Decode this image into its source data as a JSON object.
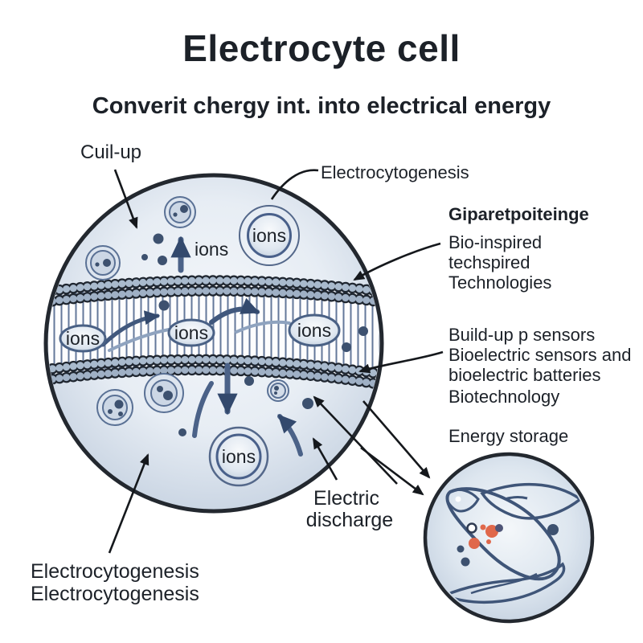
{
  "title": "Electrocyte cell",
  "subtitle": "Converit chergy int. into electrical energy",
  "ions_label": "ions",
  "callouts": {
    "coil_up": "Cuil-up",
    "electrocytogenesis_top": "Electrocytogenesis",
    "bio_block": {
      "heading": "Giparetpoiteinge",
      "line1": "Bio-inspired",
      "line2": "techspired",
      "line3": "Technologies"
    },
    "sensors_block": {
      "line1": "Build-up p sensors",
      "line2": "Bioelectric sensors and",
      "line3": "bioelectric batteries",
      "line4": "Biotechnology"
    },
    "energy_storage": "Energy storage",
    "electric_discharge": {
      "line1": "Electric",
      "line2": "discharge"
    },
    "bottom_left": {
      "line1": "Electrocytogenesis",
      "line2": "Electrocytogenesis"
    }
  },
  "colors": {
    "text": "#1c2128",
    "cell_outline": "#23282f",
    "cell_fill_center": "#f3f6fa",
    "cell_fill_edge": "#c6d2e1",
    "membrane_bead": "#a9bacd",
    "membrane_bead_outline": "#1f2630",
    "hatch_line": "#64789a",
    "ion_ellipse_outline": "#4a6185",
    "arrow_blue": "#41587d",
    "arrow_blue_light": "#8fa3bf",
    "arrow_black": "#15181c",
    "vesicle_outline": "#5a7195",
    "dot_navy": "#3d516f",
    "eel_outline": "#3f5578",
    "eel_dot_orange": "#e0684b"
  }
}
